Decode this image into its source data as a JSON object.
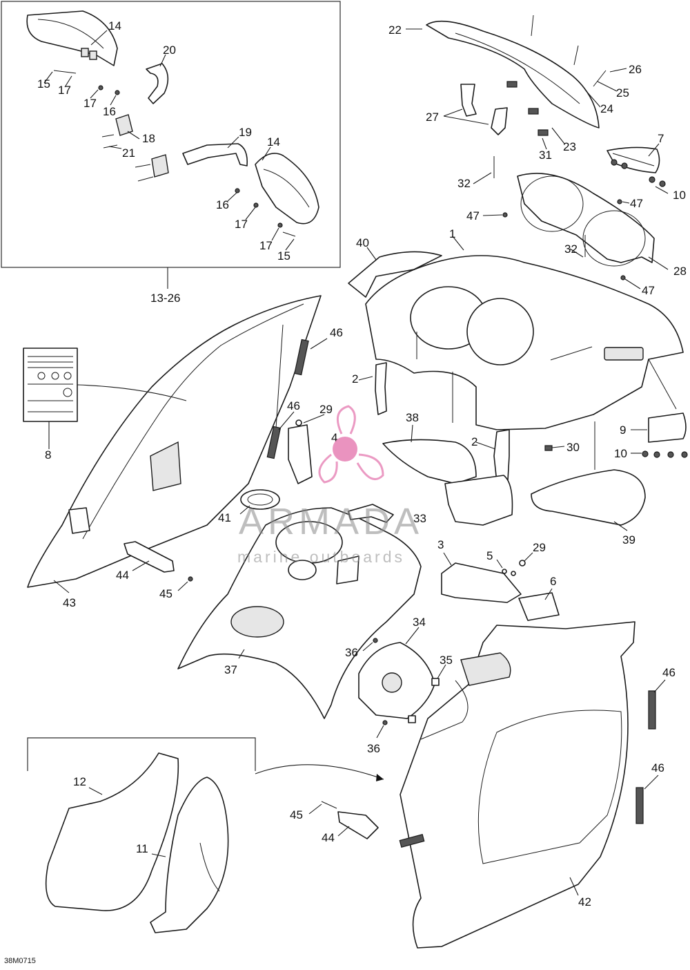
{
  "figure": {
    "reference_code": "38M0715",
    "group_label": "13-26"
  },
  "callouts": [
    {
      "id": "c14a",
      "text": "14"
    },
    {
      "id": "c20",
      "text": "20"
    },
    {
      "id": "c15a",
      "text": "15"
    },
    {
      "id": "c17a",
      "text": "17"
    },
    {
      "id": "c17b",
      "text": "17"
    },
    {
      "id": "c16a",
      "text": "16"
    },
    {
      "id": "c18",
      "text": "18"
    },
    {
      "id": "c21",
      "text": "21"
    },
    {
      "id": "c19",
      "text": "19"
    },
    {
      "id": "c14b",
      "text": "14"
    },
    {
      "id": "c16b",
      "text": "16"
    },
    {
      "id": "c17c",
      "text": "17"
    },
    {
      "id": "c17d",
      "text": "17"
    },
    {
      "id": "c15b",
      "text": "15"
    },
    {
      "id": "c22",
      "text": "22"
    },
    {
      "id": "c26",
      "text": "26"
    },
    {
      "id": "c25",
      "text": "25"
    },
    {
      "id": "c24",
      "text": "24"
    },
    {
      "id": "c27",
      "text": "27"
    },
    {
      "id": "c23",
      "text": "23"
    },
    {
      "id": "c31",
      "text": "31"
    },
    {
      "id": "c7",
      "text": "7"
    },
    {
      "id": "c32a",
      "text": "32"
    },
    {
      "id": "c10a",
      "text": "10"
    },
    {
      "id": "c47a",
      "text": "47"
    },
    {
      "id": "c47b",
      "text": "47"
    },
    {
      "id": "c40",
      "text": "40"
    },
    {
      "id": "c1",
      "text": "1"
    },
    {
      "id": "c32b",
      "text": "32"
    },
    {
      "id": "c28",
      "text": "28"
    },
    {
      "id": "c47c",
      "text": "47"
    },
    {
      "id": "c46a",
      "text": "46"
    },
    {
      "id": "c2a",
      "text": "2"
    },
    {
      "id": "c46b",
      "text": "46"
    },
    {
      "id": "c29a",
      "text": "29"
    },
    {
      "id": "c38",
      "text": "38"
    },
    {
      "id": "c4",
      "text": "4"
    },
    {
      "id": "c9",
      "text": "9"
    },
    {
      "id": "c2b",
      "text": "2"
    },
    {
      "id": "c30",
      "text": "30"
    },
    {
      "id": "c10b",
      "text": "10"
    },
    {
      "id": "c8",
      "text": "8"
    },
    {
      "id": "c41",
      "text": "41"
    },
    {
      "id": "c33",
      "text": "33"
    },
    {
      "id": "c39",
      "text": "39"
    },
    {
      "id": "c3",
      "text": "3"
    },
    {
      "id": "c5",
      "text": "5"
    },
    {
      "id": "c29b",
      "text": "29"
    },
    {
      "id": "c44a",
      "text": "44"
    },
    {
      "id": "c45a",
      "text": "45"
    },
    {
      "id": "c6",
      "text": "6"
    },
    {
      "id": "c43",
      "text": "43"
    },
    {
      "id": "c34",
      "text": "34"
    },
    {
      "id": "c36a",
      "text": "36"
    },
    {
      "id": "c35",
      "text": "35"
    },
    {
      "id": "c37",
      "text": "37"
    },
    {
      "id": "c46c",
      "text": "46"
    },
    {
      "id": "c36b",
      "text": "36"
    },
    {
      "id": "c12",
      "text": "12"
    },
    {
      "id": "c46d",
      "text": "46"
    },
    {
      "id": "c11",
      "text": "11"
    },
    {
      "id": "c45b",
      "text": "45"
    },
    {
      "id": "c44b",
      "text": "44"
    },
    {
      "id": "c42",
      "text": "42"
    }
  ],
  "watermark": {
    "brand": "ARMADA",
    "tagline": "marine outboards",
    "accent_color": "#e36fa9"
  }
}
